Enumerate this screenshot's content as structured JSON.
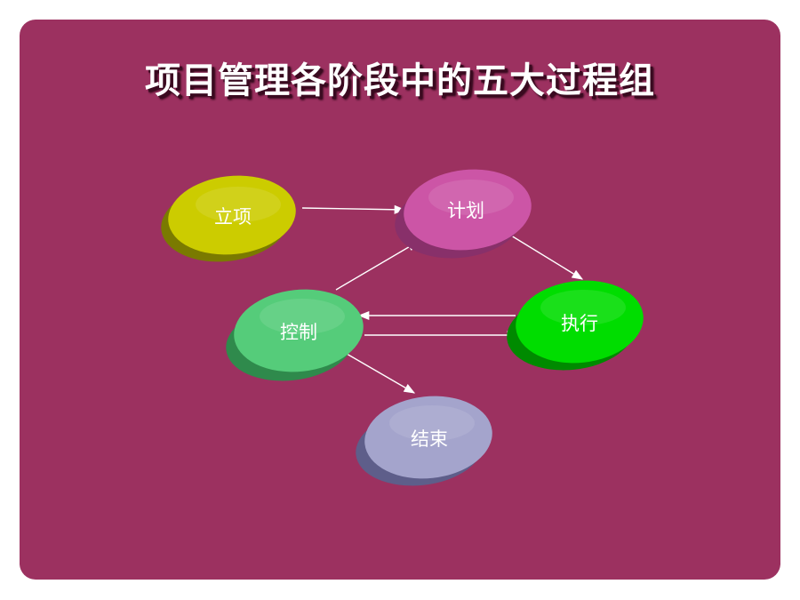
{
  "slide": {
    "title": "项目管理各阶段中的五大过程组",
    "background_color": "#9c3160"
  },
  "nodes": {
    "initiate": {
      "label": "立项",
      "color": "#cccc00"
    },
    "plan": {
      "label": "计划",
      "color": "#cc55a6"
    },
    "execute": {
      "label": "执行",
      "color": "#00dd00"
    },
    "control": {
      "label": "控制",
      "color": "#55cc7a"
    },
    "close": {
      "label": "结束",
      "color": "#a4a4cc"
    }
  },
  "arrow_color": "#ffffff"
}
